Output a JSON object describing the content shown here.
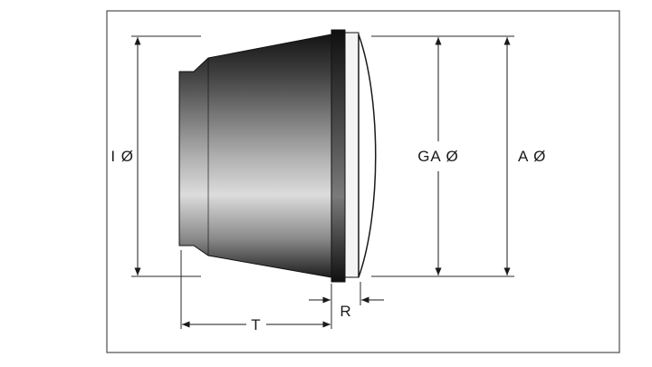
{
  "drawing": {
    "labels": {
      "i_diameter": "I Ø",
      "ga_diameter": "GA Ø",
      "a_diameter": "A Ø",
      "r_depth": "R",
      "t_depth": "T"
    },
    "colors": {
      "line": "#1a1a1a",
      "frame_border": "#4d4d4d",
      "background": "#ffffff",
      "body_shade_dark": "#141414",
      "body_shade_light": "#dcdcdc"
    }
  }
}
